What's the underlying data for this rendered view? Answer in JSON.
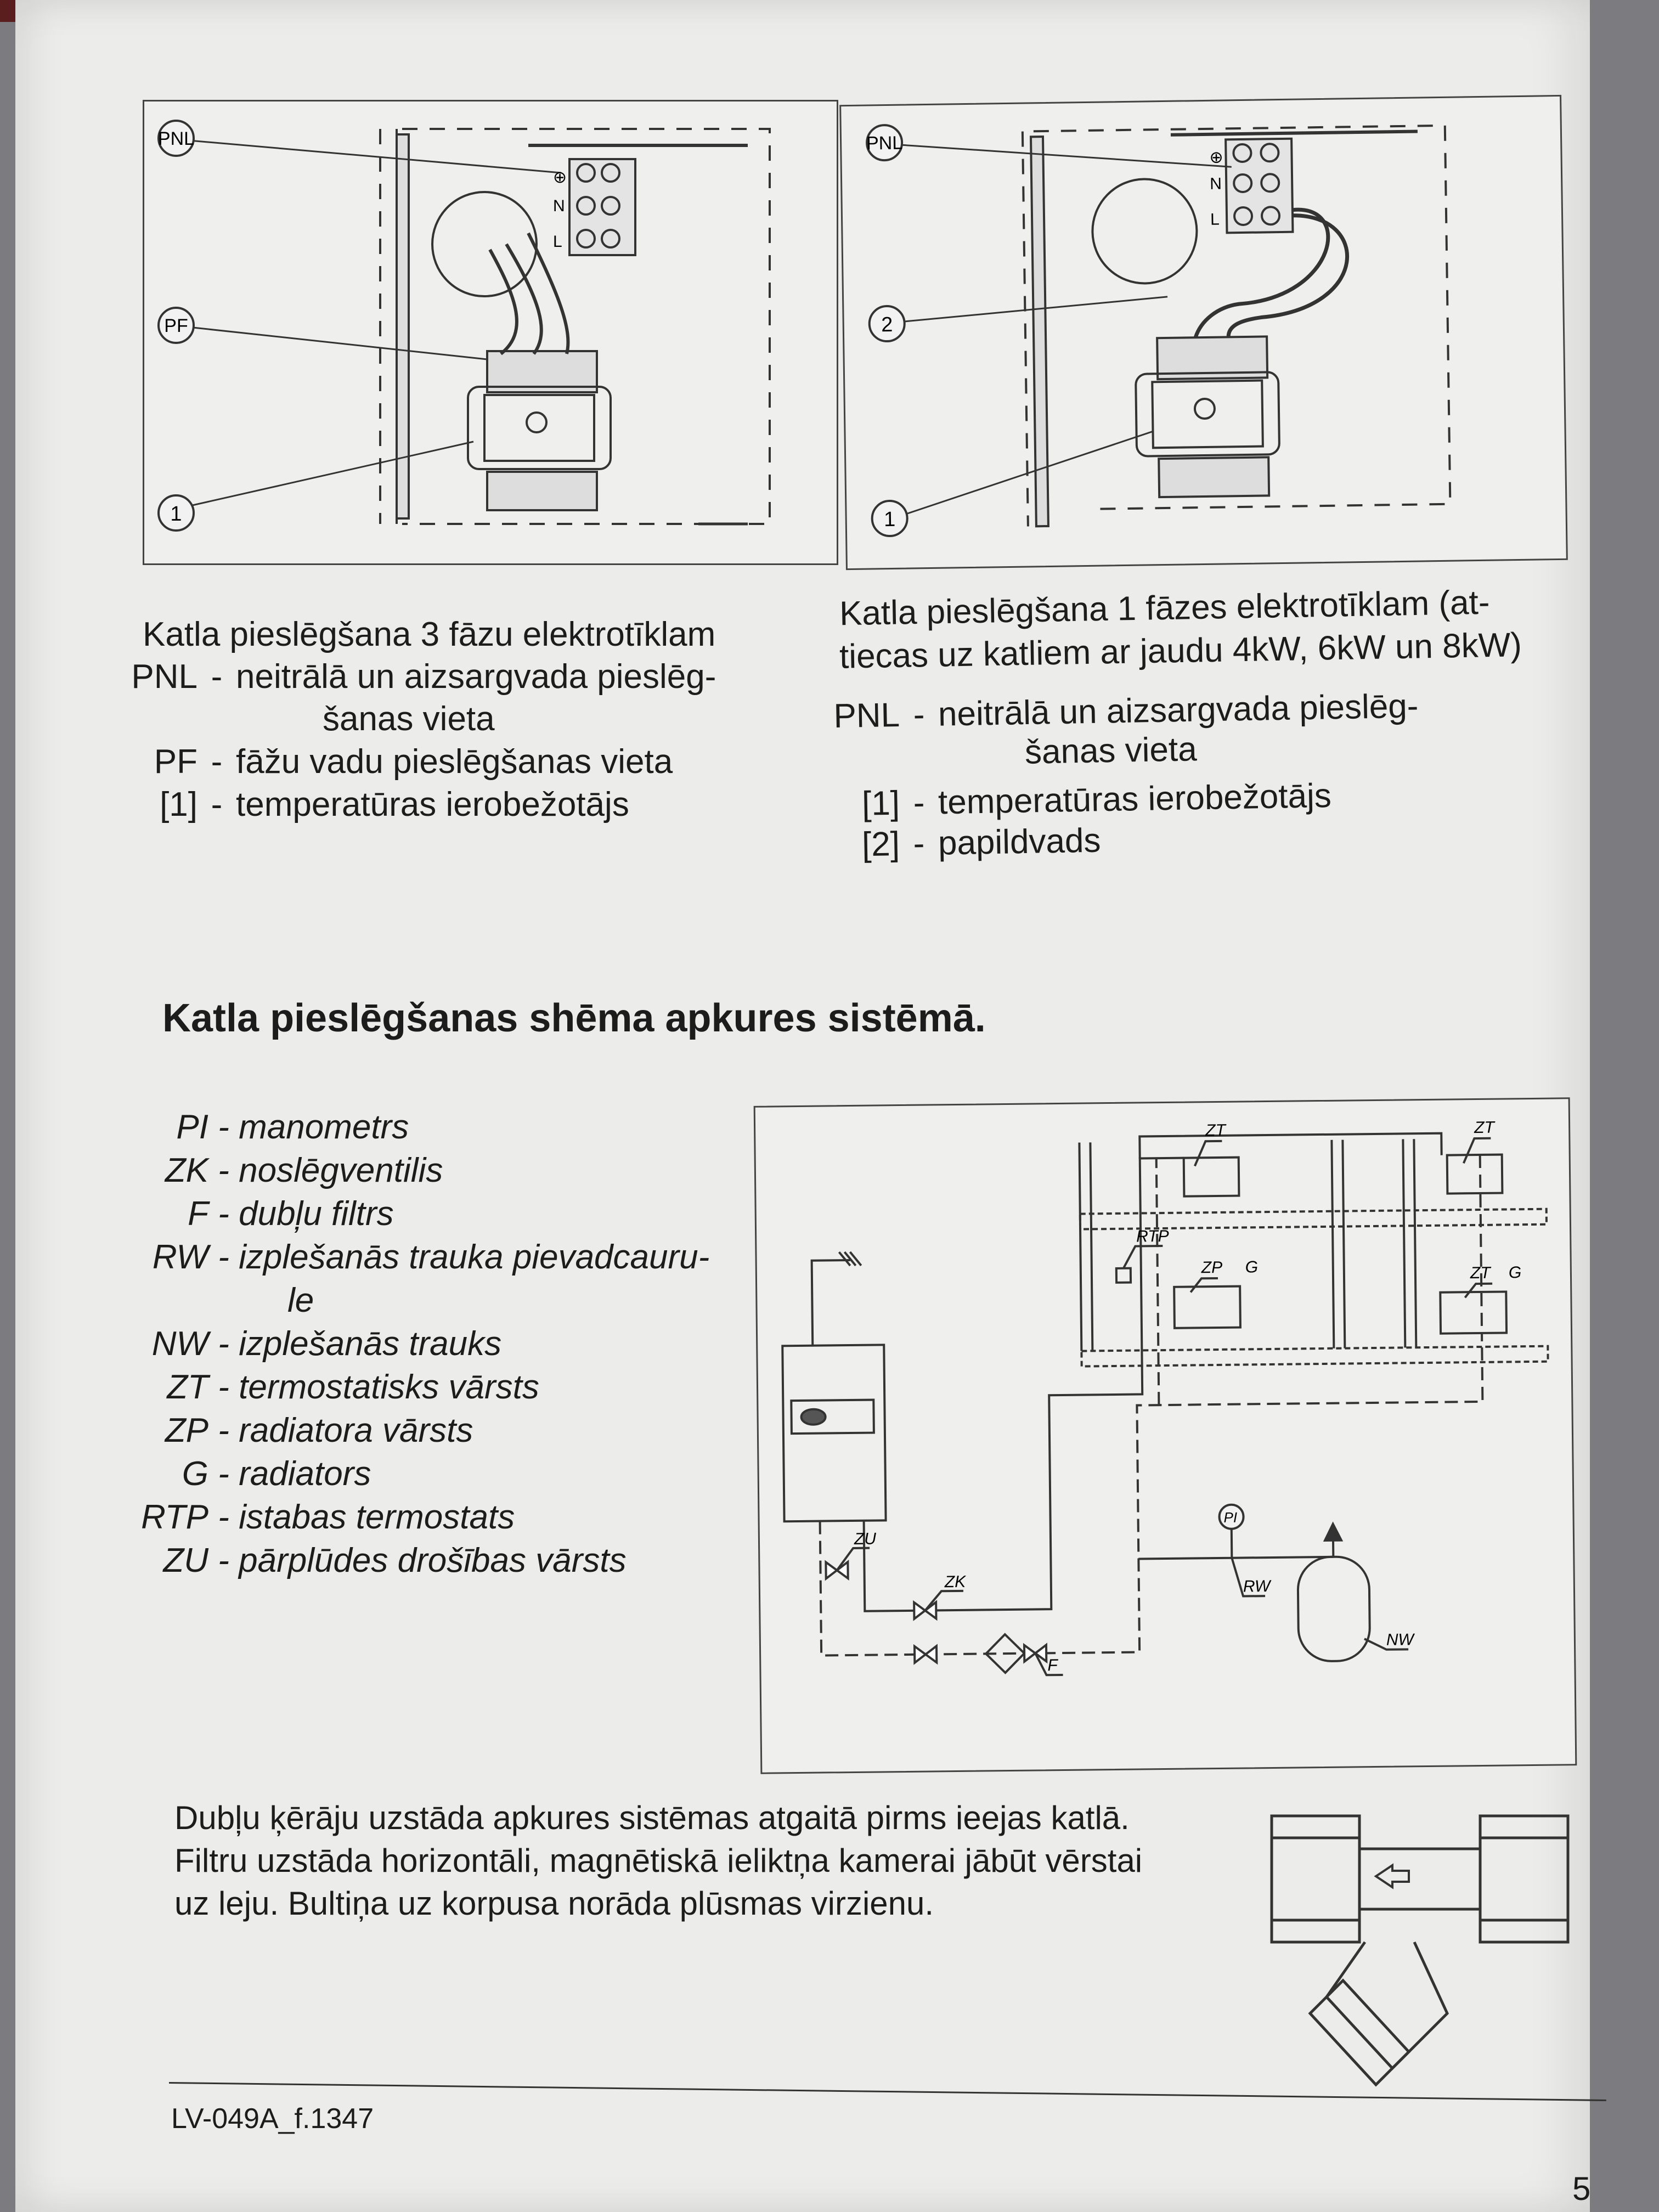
{
  "top_left_caption": {
    "title": "Katla pieslēgšana 3 fāzu elektrotīklam",
    "items": [
      {
        "key": "PNL",
        "dash": "-",
        "desc": "neitrālā un aizsargvada pieslēg-",
        "cont": "šanas vieta"
      },
      {
        "key": "PF",
        "dash": "-",
        "desc": "fāžu vadu pieslēgšanas vieta"
      },
      {
        "key": "[1]",
        "dash": "-",
        "desc": "temperatūras ierobežotājs"
      }
    ]
  },
  "top_right_caption": {
    "title_1": "Katla pieslēgšana 1 fāzes elektrotīklam (at-",
    "title_2": "tiecas uz katliem ar jaudu 4kW, 6kW un 8kW)",
    "items": [
      {
        "key": "PNL",
        "dash": "-",
        "desc": "neitrālā un aizsargvada pieslēg-",
        "cont": "šanas vieta"
      },
      {
        "key": "[1]",
        "dash": "-",
        "desc": "temperatūras ierobežotājs"
      },
      {
        "key": "[2]",
        "dash": "-",
        "desc": "papildvads"
      }
    ]
  },
  "figure_labels": {
    "pnl": "PNL",
    "pf": "PF",
    "one": "1",
    "two": "2",
    "n": "N",
    "l": "L",
    "ground": "⊕"
  },
  "heading": "Katla pieslēgšanas shēma apkures sistēmā.",
  "scheme_legend": [
    {
      "key": "PI",
      "desc": "- manometrs"
    },
    {
      "key": "ZK",
      "desc": "- noslēgventilis"
    },
    {
      "key": "F",
      "desc": "- dubļu filtrs"
    },
    {
      "key": "RW",
      "desc": "- izplešanās trauka pievadcauru-",
      "cont": "le"
    },
    {
      "key": "NW",
      "desc": "- izplešanās trauks"
    },
    {
      "key": "ZT",
      "desc": "- termostatisks vārsts"
    },
    {
      "key": "ZP",
      "desc": "- radiatora vārsts"
    },
    {
      "key": "G",
      "desc": "- radiators"
    },
    {
      "key": "RTP",
      "desc": "- istabas termostats"
    },
    {
      "key": "ZU",
      "desc": "- pārplūdes drošības vārsts"
    }
  ],
  "scheme_labels": {
    "zt": "ZT",
    "rtp": "RTP",
    "zp": "ZP",
    "g": "G",
    "pi": "PI",
    "zu": "ZU",
    "zk": "ZK",
    "rw": "RW",
    "nw": "NW",
    "f": "F"
  },
  "filter_note": [
    "Dubļu ķērāju uzstāda apkures sistēmas atgaitā pirms ieejas katlā.",
    "Filtru uzstāda horizontāli, magnētiskā ieliktņa kamerai jābūt vērstai",
    "uz leju. Bultiņa uz korpusa norāda plūsmas virzienu."
  ],
  "footer_code": "LV-049A_f.1347",
  "page_number": "5"
}
